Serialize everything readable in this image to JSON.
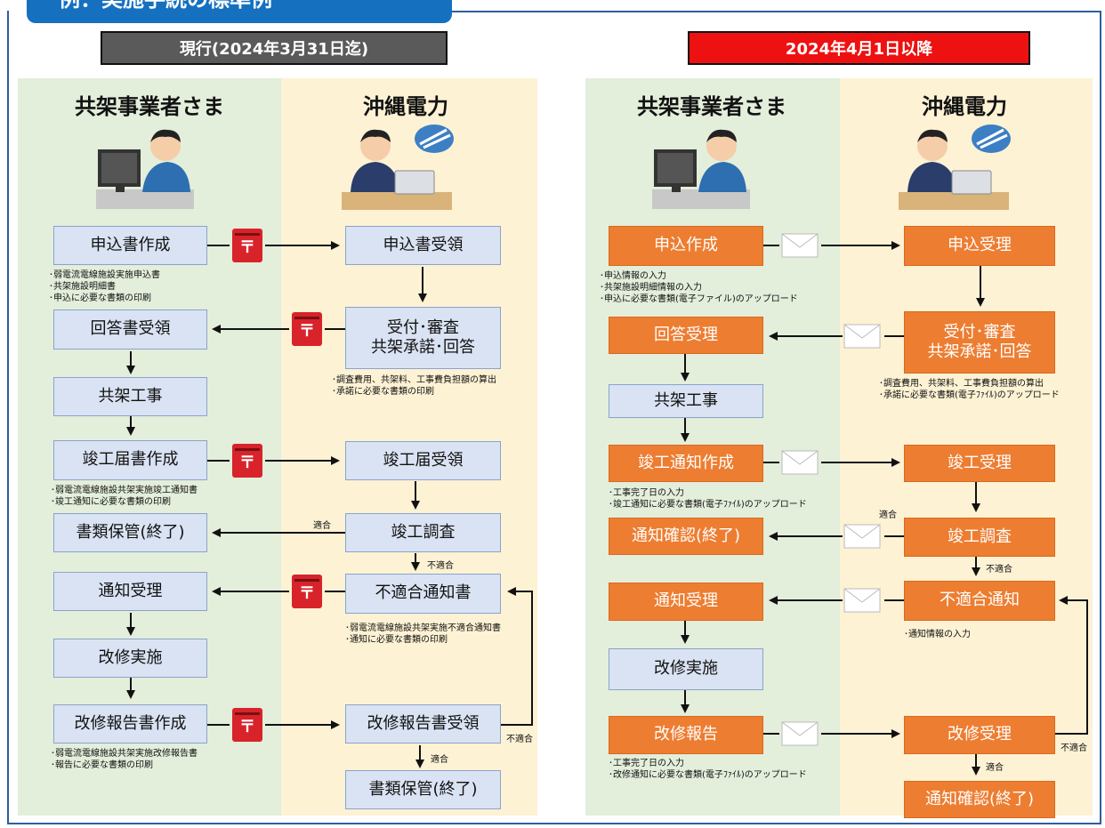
{
  "page_title": "例：実施手続の標準例",
  "current": {
    "header": "現行(2024年3月31日迄)",
    "left_title": "共架事業者さま",
    "right_title": "沖縄電力",
    "boxes": {
      "apply_create": "申込書作成",
      "apply_receive": "申込書受領",
      "review": "受付･審査\n共架承諾･回答",
      "answer_receive": "回答書受領",
      "construction": "共架工事",
      "completion_create": "竣工届書作成",
      "completion_receive": "竣工届受領",
      "store_done": "書類保管(終了)",
      "inspection": "竣工調査",
      "notice_receive": "通知受理",
      "nonconform_notice": "不適合通知書",
      "repair": "改修実施",
      "repair_report_create": "改修報告書作成",
      "repair_report_receive": "改修報告書受領",
      "store_done2": "書類保管(終了)"
    },
    "notes": {
      "apply": "･弱電流電線施設実施申込書\n･共架施設明細書\n･申込に必要な書類の印刷",
      "review": "･調査費用、共架料、工事費負担額の算出\n･承諾に必要な書類の印刷",
      "completion": "･弱電流電線施設共架実施竣工通知書\n･竣工通知に必要な書類の印刷",
      "nonconform": "･弱電流電線施設共架実施不適合通知書\n･通知に必要な書類の印刷",
      "repair": "･弱電流電線施設共架実施改修報告書\n･報告に必要な書類の印刷"
    },
    "labels": {
      "conform": "適合",
      "nonconform": "不適合",
      "nonconform2": "不適合",
      "conform2": "適合"
    }
  },
  "new": {
    "header": "2024年4月1日以降",
    "left_title": "共架事業者さま",
    "right_title": "沖縄電力",
    "boxes": {
      "apply_create": "申込作成",
      "apply_receive": "申込受理",
      "review": "受付･審査\n共架承諾･回答",
      "answer_receive": "回答受理",
      "construction": "共架工事",
      "completion_create": "竣工通知作成",
      "completion_receive": "竣工受理",
      "notice_done": "通知確認(終了)",
      "inspection": "竣工調査",
      "notice_receive": "通知受理",
      "nonconform_notice": "不適合通知",
      "repair": "改修実施",
      "repair_report": "改修報告",
      "repair_receive": "改修受理",
      "notice_done2": "通知確認(終了)"
    },
    "notes": {
      "apply": "･申込情報の入力\n･共架施設明細情報の入力\n･申込に必要な書類(電子ファイル)のアップロード",
      "review": "･調査費用、共架料、工事費負担額の算出\n･承諾に必要な書類(電子ﾌｧｲﾙ)のアップロード",
      "completion": "･工事完了日の入力\n･竣工通知に必要な書類(電子ﾌｧｲﾙ)のアップロード",
      "nonconform": "･通知情報の入力",
      "repair": "･工事完了日の入力\n･改修通知に必要な書類(電子ﾌｧｲﾙ)のアップロード"
    },
    "labels": {
      "conform": "適合",
      "nonconform": "不適合",
      "nonconform2": "不適合",
      "conform2": "適合"
    }
  },
  "postbox_mark": "〒",
  "colors": {
    "blue_box": "#dae3f3",
    "orange_box": "#ed7d31",
    "green_bg": "#e3eedb",
    "yellow_bg": "#fdf2d4",
    "title_blue": "#1570c0",
    "new_header_red": "#ee1111"
  }
}
